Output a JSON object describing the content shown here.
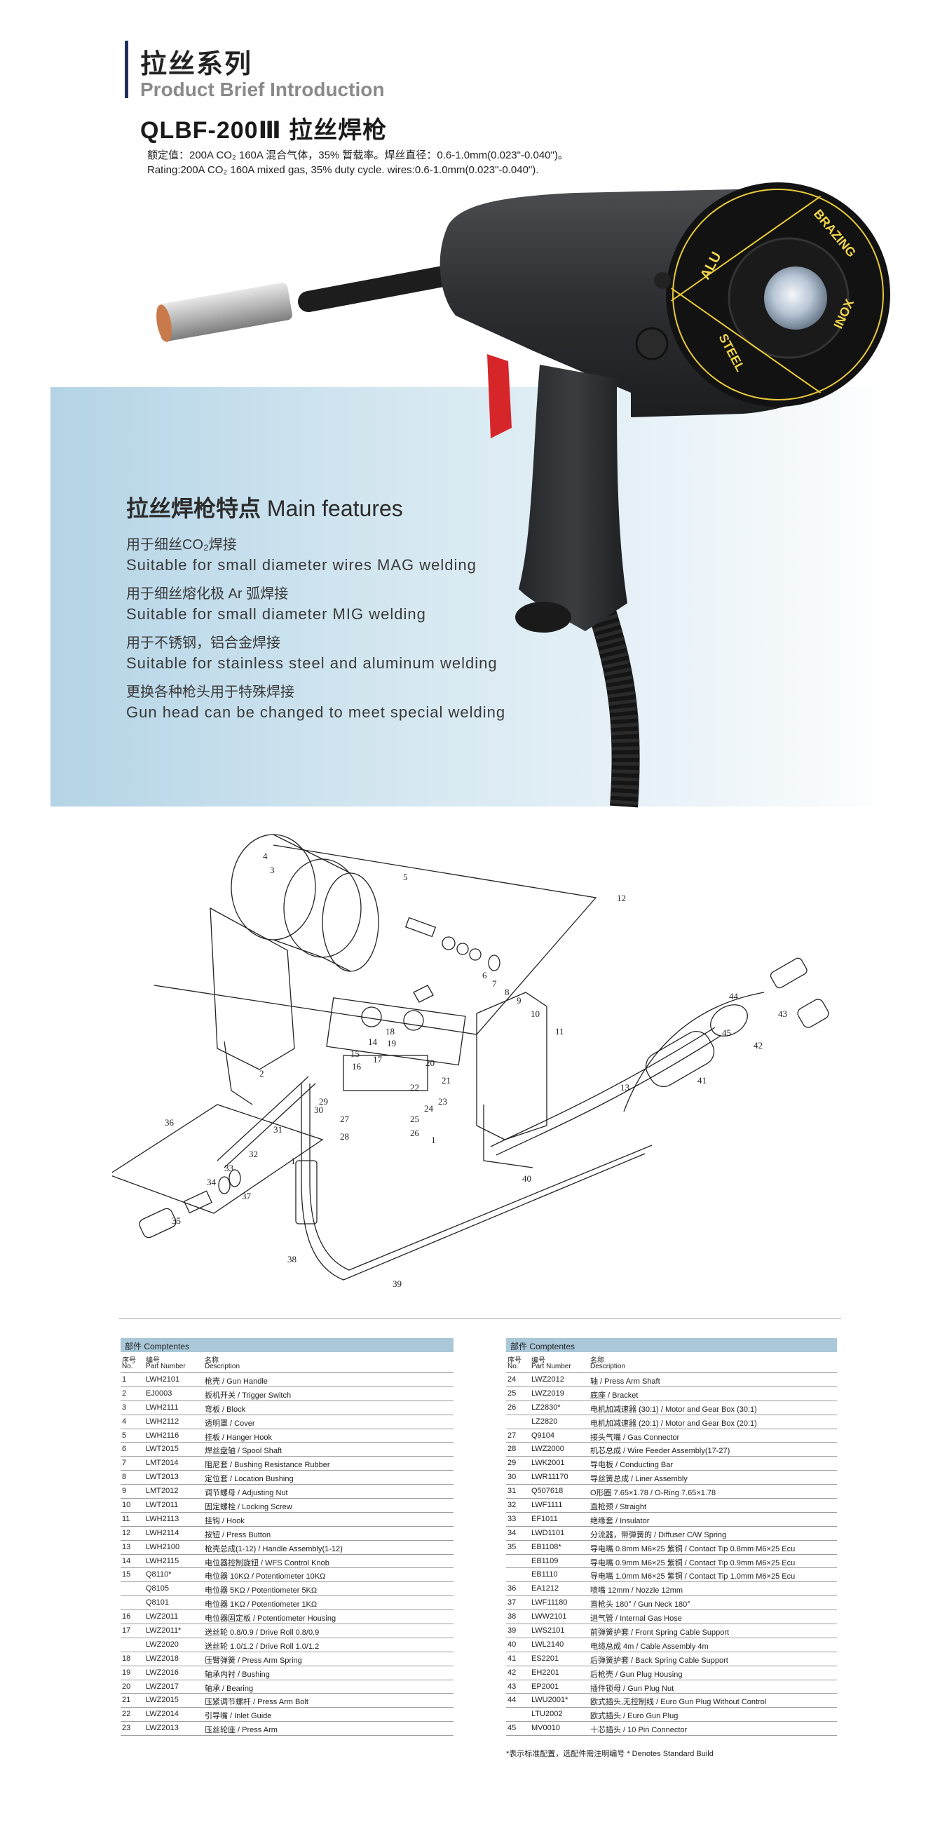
{
  "header": {
    "title_cn": "拉丝系列",
    "title_en": "Product Brief Introduction",
    "model": "QLBF-200Ⅲ  拉丝焊枪",
    "rating_cn": "额定值：200A CO₂ 160A 混合气体，35% 暂载率。焊丝直径：0.6-1.0mm(0.023\"-0.040\")。",
    "rating_en": "Rating:200A CO₂ 160A mixed gas, 35% duty  cycle. wires:0.6-1.0mm(0.023\"-0.040\")."
  },
  "gun_label": {
    "alu": "ALU",
    "steel": "STEEL",
    "brazing": "BRAZING",
    "inox": "INOX"
  },
  "features": {
    "title_cn": "拉丝焊枪特点",
    "title_en": "Main  features",
    "items": [
      {
        "cn": "用于细丝CO₂焊接",
        "en": "Suitable  for  small  diameter  wires  MAG  welding"
      },
      {
        "cn": "用于细丝熔化极 Ar 弧焊接",
        "en": "Suitable  for  small  diameter  MIG  welding"
      },
      {
        "cn": "用于不锈钢，铝合金焊接",
        "en": "Suitable  for  stainless  steel  and  aluminum welding"
      },
      {
        "cn": "更换各种枪头用于特殊焊接",
        "en": "Gun  head  can  be  changed  to  meet  special  welding"
      }
    ]
  },
  "diagram": {
    "labels": [
      "1",
      "1",
      "2",
      "3",
      "4",
      "5",
      "6",
      "7",
      "8",
      "9",
      "10",
      "11",
      "12",
      "13",
      "14",
      "15",
      "16",
      "17",
      "18",
      "19",
      "20",
      "21",
      "22",
      "23",
      "24",
      "25",
      "26",
      "27",
      "28",
      "29",
      "30",
      "31",
      "32",
      "33",
      "34",
      "35",
      "36",
      "37",
      "38",
      "39",
      "40",
      "41",
      "42",
      "43",
      "44",
      "45"
    ]
  },
  "table_left": {
    "header": "部件  Comptentes",
    "col_no": "序号",
    "col_no_en": "No.",
    "col_pn": "编号",
    "col_pn_en": "Part  Number",
    "col_ds": "名称",
    "col_ds_en": "Description",
    "rows": [
      {
        "no": "1",
        "pn": "LWH2101",
        "ds": "枪壳   / Gun Handle"
      },
      {
        "no": "2",
        "pn": "EJ0003",
        "ds": "扳机开关   / Trigger Switch"
      },
      {
        "no": "3",
        "pn": "LWH2111",
        "ds": "弯板   / Block"
      },
      {
        "no": "4",
        "pn": "LWH2112",
        "ds": "透明罩   / Cover"
      },
      {
        "no": "5",
        "pn": "LWH2116",
        "ds": "挂板   / Hanger Hook"
      },
      {
        "no": "6",
        "pn": "LWT2015",
        "ds": "焊丝盘轴   / Spool Shaft"
      },
      {
        "no": "7",
        "pn": "LMT2014",
        "ds": "阻尼套   / Bushing Resistance Rubber"
      },
      {
        "no": "8",
        "pn": "LWT2013",
        "ds": "定位套   / Location Bushing"
      },
      {
        "no": "9",
        "pn": "LMT2012",
        "ds": "调节螺母   / Adjusting Nut"
      },
      {
        "no": "10",
        "pn": "LWT2011",
        "ds": "固定螺栓   / Locking Screw"
      },
      {
        "no": "11",
        "pn": "LWH2113",
        "ds": "挂钩   / Hook"
      },
      {
        "no": "12",
        "pn": "LWH2114",
        "ds": "按钮   / Press Button"
      },
      {
        "no": "13",
        "pn": "LWH2100",
        "ds": "枪壳总成(1-12)   / Handle Assembly(1-12)"
      },
      {
        "no": "14",
        "pn": "LWH2115",
        "ds": "电位器控制旋钮   / WFS Control Knob"
      },
      {
        "no": "15",
        "pn": "Q8110*",
        "ds": "电位器 10KΩ   / Potentiometer 10KΩ"
      },
      {
        "no": "",
        "pn": "Q8105",
        "ds": "电位器 5KΩ   / Potentiometer 5KΩ"
      },
      {
        "no": "",
        "pn": "Q8101",
        "ds": "电位器 1KΩ   / Potentiometer 1KΩ"
      },
      {
        "no": "16",
        "pn": "LWZ2011",
        "ds": "电位器固定板   / Potentiometer Housing"
      },
      {
        "no": "17",
        "pn": "LWZ2011*",
        "ds": "送丝轮 0.8/0.9   / Drive Roll 0.8/0.9"
      },
      {
        "no": "",
        "pn": "LWZ2020",
        "ds": "送丝轮 1.0/1.2   / Drive Roll 1.0/1.2"
      },
      {
        "no": "18",
        "pn": "LWZ2018",
        "ds": "压臂弹簧   / Press Arm Spring"
      },
      {
        "no": "19",
        "pn": "LWZ2016",
        "ds": "轴承内衬   / Bushing"
      },
      {
        "no": "20",
        "pn": "LWZ2017",
        "ds": "轴承   / Bearing"
      },
      {
        "no": "21",
        "pn": "LWZ2015",
        "ds": "压紧调节螺杆   / Press Arm Bolt"
      },
      {
        "no": "22",
        "pn": "LWZ2014",
        "ds": "引导嘴   / Inlet Guide"
      },
      {
        "no": "23",
        "pn": "LWZ2013",
        "ds": "压丝轮座   / Press Arm"
      }
    ]
  },
  "table_right": {
    "header": "部件  Comptentes",
    "col_no": "序号",
    "col_no_en": "No.",
    "col_pn": "编号",
    "col_pn_en": "Part  Number",
    "col_ds": "名称",
    "col_ds_en": "Description",
    "rows": [
      {
        "no": "24",
        "pn": "LWZ2012",
        "ds": "轴   / Press Arm Shaft"
      },
      {
        "no": "25",
        "pn": "LWZ2019",
        "ds": "底座   / Bracket"
      },
      {
        "no": "26",
        "pn": "LZ2830*",
        "ds": "电机加减速器 (30:1)   / Motor and Gear Box (30:1)"
      },
      {
        "no": "",
        "pn": "LZ2820",
        "ds": "电机加减速器 (20:1)   / Motor and Gear Box (20:1)"
      },
      {
        "no": "27",
        "pn": "Q9104",
        "ds": "接头气嘴   / Gas Connector"
      },
      {
        "no": "28",
        "pn": "LWZ2000",
        "ds": "机芯总成   / Wire Feeder Assembly(17-27)"
      },
      {
        "no": "29",
        "pn": "LWK2001",
        "ds": "导电板   / Conducting Bar"
      },
      {
        "no": "30",
        "pn": "LWR11170",
        "ds": "导丝簧总成   / Liner Assembly"
      },
      {
        "no": "31",
        "pn": "Q507618",
        "ds": "O形圈 7.65×1.78   / O-Ring 7.65×1.78"
      },
      {
        "no": "32",
        "pn": "LWF1111",
        "ds": "直枪颈   / Straight"
      },
      {
        "no": "33",
        "pn": "EF1011",
        "ds": "绝缘套   / Insulator"
      },
      {
        "no": "34",
        "pn": "LWD1101",
        "ds": "分流器，带弹簧的   / Diffuser C/W Spring"
      },
      {
        "no": "35",
        "pn": "EB1108*",
        "ds": "导电嘴 0.8mm M6×25 紫铜   / Contact Tip 0.8mm M6×25 Ecu"
      },
      {
        "no": "",
        "pn": "EB1109",
        "ds": "导电嘴 0.9mm M6×25 紫铜   / Contact Tip 0.9mm M6×25 Ecu"
      },
      {
        "no": "",
        "pn": "EB1110",
        "ds": "导电嘴 1.0mm M6×25 紫铜   / Contact Tip 1.0mm M6×25 Ecu"
      },
      {
        "no": "36",
        "pn": "EA1212",
        "ds": "喷嘴 12mm   / Nozzle 12mm"
      },
      {
        "no": "37",
        "pn": "LWF11180",
        "ds": "直枪头 180°   / Gun Neck 180°"
      },
      {
        "no": "38",
        "pn": "LWW2101",
        "ds": "进气管   / Internal Gas Hose"
      },
      {
        "no": "39",
        "pn": "LWS2101",
        "ds": "前弹簧护套   / Front Spring Cable Support"
      },
      {
        "no": "40",
        "pn": "LWL2140",
        "ds": "电缆总成 4m   / Cable Assembly 4m"
      },
      {
        "no": "41",
        "pn": "ES2201",
        "ds": "后弹簧护套   / Back Spring Cable Support"
      },
      {
        "no": "42",
        "pn": "EH2201",
        "ds": "后枪壳   / Gun Plug Housing"
      },
      {
        "no": "43",
        "pn": "EP2001",
        "ds": "插件锁母   / Gun Plug Nut"
      },
      {
        "no": "44",
        "pn": "LWU2001*",
        "ds": "欧式插头,无控制线   / Euro Gun Plug Without Control"
      },
      {
        "no": "",
        "pn": "LTU2002",
        "ds": "欧式插头   / Euro Gun Plug"
      },
      {
        "no": "45",
        "pn": "MV0010",
        "ds": "十芯插头   / 10 Pin Connector"
      }
    ]
  },
  "footnote": "*表示标准配置，选配件需注明编号   * Denotes Standard Build"
}
